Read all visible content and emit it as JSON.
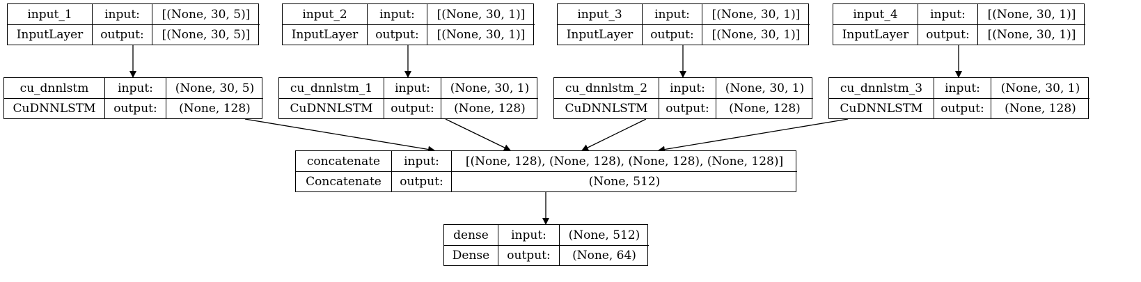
{
  "nodes": [
    {
      "id": "input_1",
      "name": "input_1",
      "type": "InputLayer",
      "in_label": "input:",
      "out_label": "output:",
      "input": "[(None, 30, 5)]",
      "output": "[(None, 30, 5)]"
    },
    {
      "id": "input_2",
      "name": "input_2",
      "type": "InputLayer",
      "in_label": "input:",
      "out_label": "output:",
      "input": "[(None, 30, 1)]",
      "output": "[(None, 30, 1)]"
    },
    {
      "id": "input_3",
      "name": "input_3",
      "type": "InputLayer",
      "in_label": "input:",
      "out_label": "output:",
      "input": "[(None, 30, 1)]",
      "output": "[(None, 30, 1)]"
    },
    {
      "id": "input_4",
      "name": "input_4",
      "type": "InputLayer",
      "in_label": "input:",
      "out_label": "output:",
      "input": "[(None, 30, 1)]",
      "output": "[(None, 30, 1)]"
    },
    {
      "id": "cu_dnnlstm",
      "name": "cu_dnnlstm",
      "type": "CuDNNLSTM",
      "in_label": "input:",
      "out_label": "output:",
      "input": "(None, 30, 5)",
      "output": "(None, 128)"
    },
    {
      "id": "cu_dnnlstm_1",
      "name": "cu_dnnlstm_1",
      "type": "CuDNNLSTM",
      "in_label": "input:",
      "out_label": "output:",
      "input": "(None, 30, 1)",
      "output": "(None, 128)"
    },
    {
      "id": "cu_dnnlstm_2",
      "name": "cu_dnnlstm_2",
      "type": "CuDNNLSTM",
      "in_label": "input:",
      "out_label": "output:",
      "input": "(None, 30, 1)",
      "output": "(None, 128)"
    },
    {
      "id": "cu_dnnlstm_3",
      "name": "cu_dnnlstm_3",
      "type": "CuDNNLSTM",
      "in_label": "input:",
      "out_label": "output:",
      "input": "(None, 30, 1)",
      "output": "(None, 128)"
    },
    {
      "id": "concatenate",
      "name": "concatenate",
      "type": "Concatenate",
      "in_label": "input:",
      "out_label": "output:",
      "input": "[(None, 128), (None, 128), (None, 128), (None, 128)]",
      "output": "(None, 512)"
    },
    {
      "id": "dense",
      "name": "dense",
      "type": "Dense",
      "in_label": "input:",
      "out_label": "output:",
      "input": "(None, 512)",
      "output": "(None, 64)"
    }
  ],
  "edges": [
    {
      "from": "input_1",
      "to": "cu_dnnlstm"
    },
    {
      "from": "input_2",
      "to": "cu_dnnlstm_1"
    },
    {
      "from": "input_3",
      "to": "cu_dnnlstm_2"
    },
    {
      "from": "input_4",
      "to": "cu_dnnlstm_3"
    },
    {
      "from": "cu_dnnlstm",
      "to": "concatenate"
    },
    {
      "from": "cu_dnnlstm_1",
      "to": "concatenate"
    },
    {
      "from": "cu_dnnlstm_2",
      "to": "concatenate"
    },
    {
      "from": "cu_dnnlstm_3",
      "to": "concatenate"
    },
    {
      "from": "concatenate",
      "to": "dense"
    }
  ]
}
